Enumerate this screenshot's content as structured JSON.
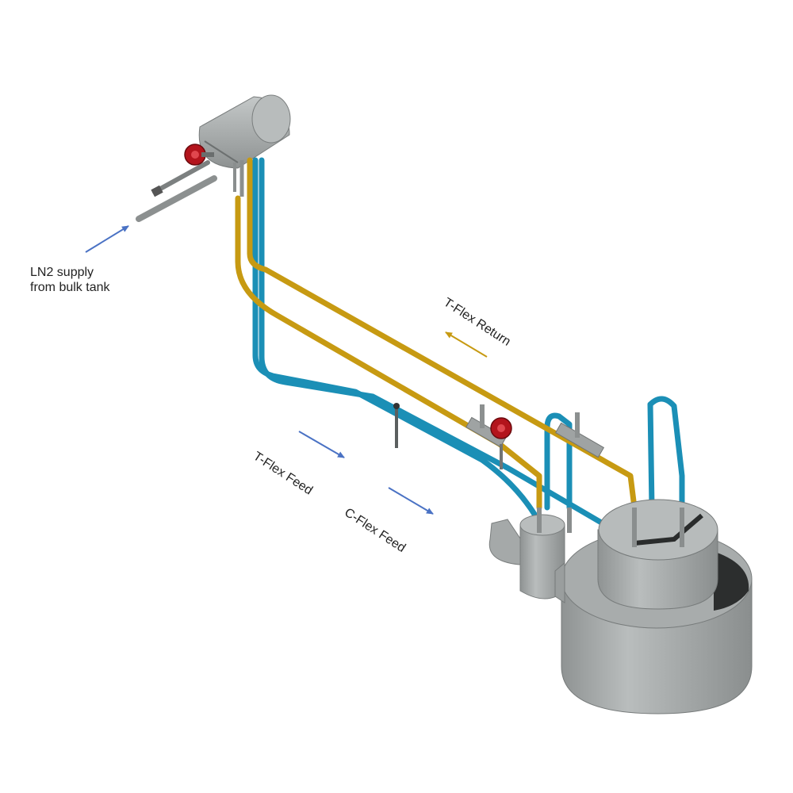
{
  "labels": {
    "ln2_supply_line1": "LN2 supply",
    "ln2_supply_line2": "from bulk tank",
    "t_flex_return": "T-Flex Return",
    "t_flex_feed": "T-Flex Feed",
    "c_flex_feed": "C-Flex Feed"
  },
  "colors": {
    "feed_line": "#1b8fb6",
    "return_line": "#c79a12",
    "vessel": "#a9adad",
    "valve": "#b3141c",
    "arrow_blue": "#4a72c4",
    "arrow_gold": "#c79a12"
  },
  "icons": {
    "flow_arrow": "arrow-icon",
    "valve": "valve-icon"
  }
}
